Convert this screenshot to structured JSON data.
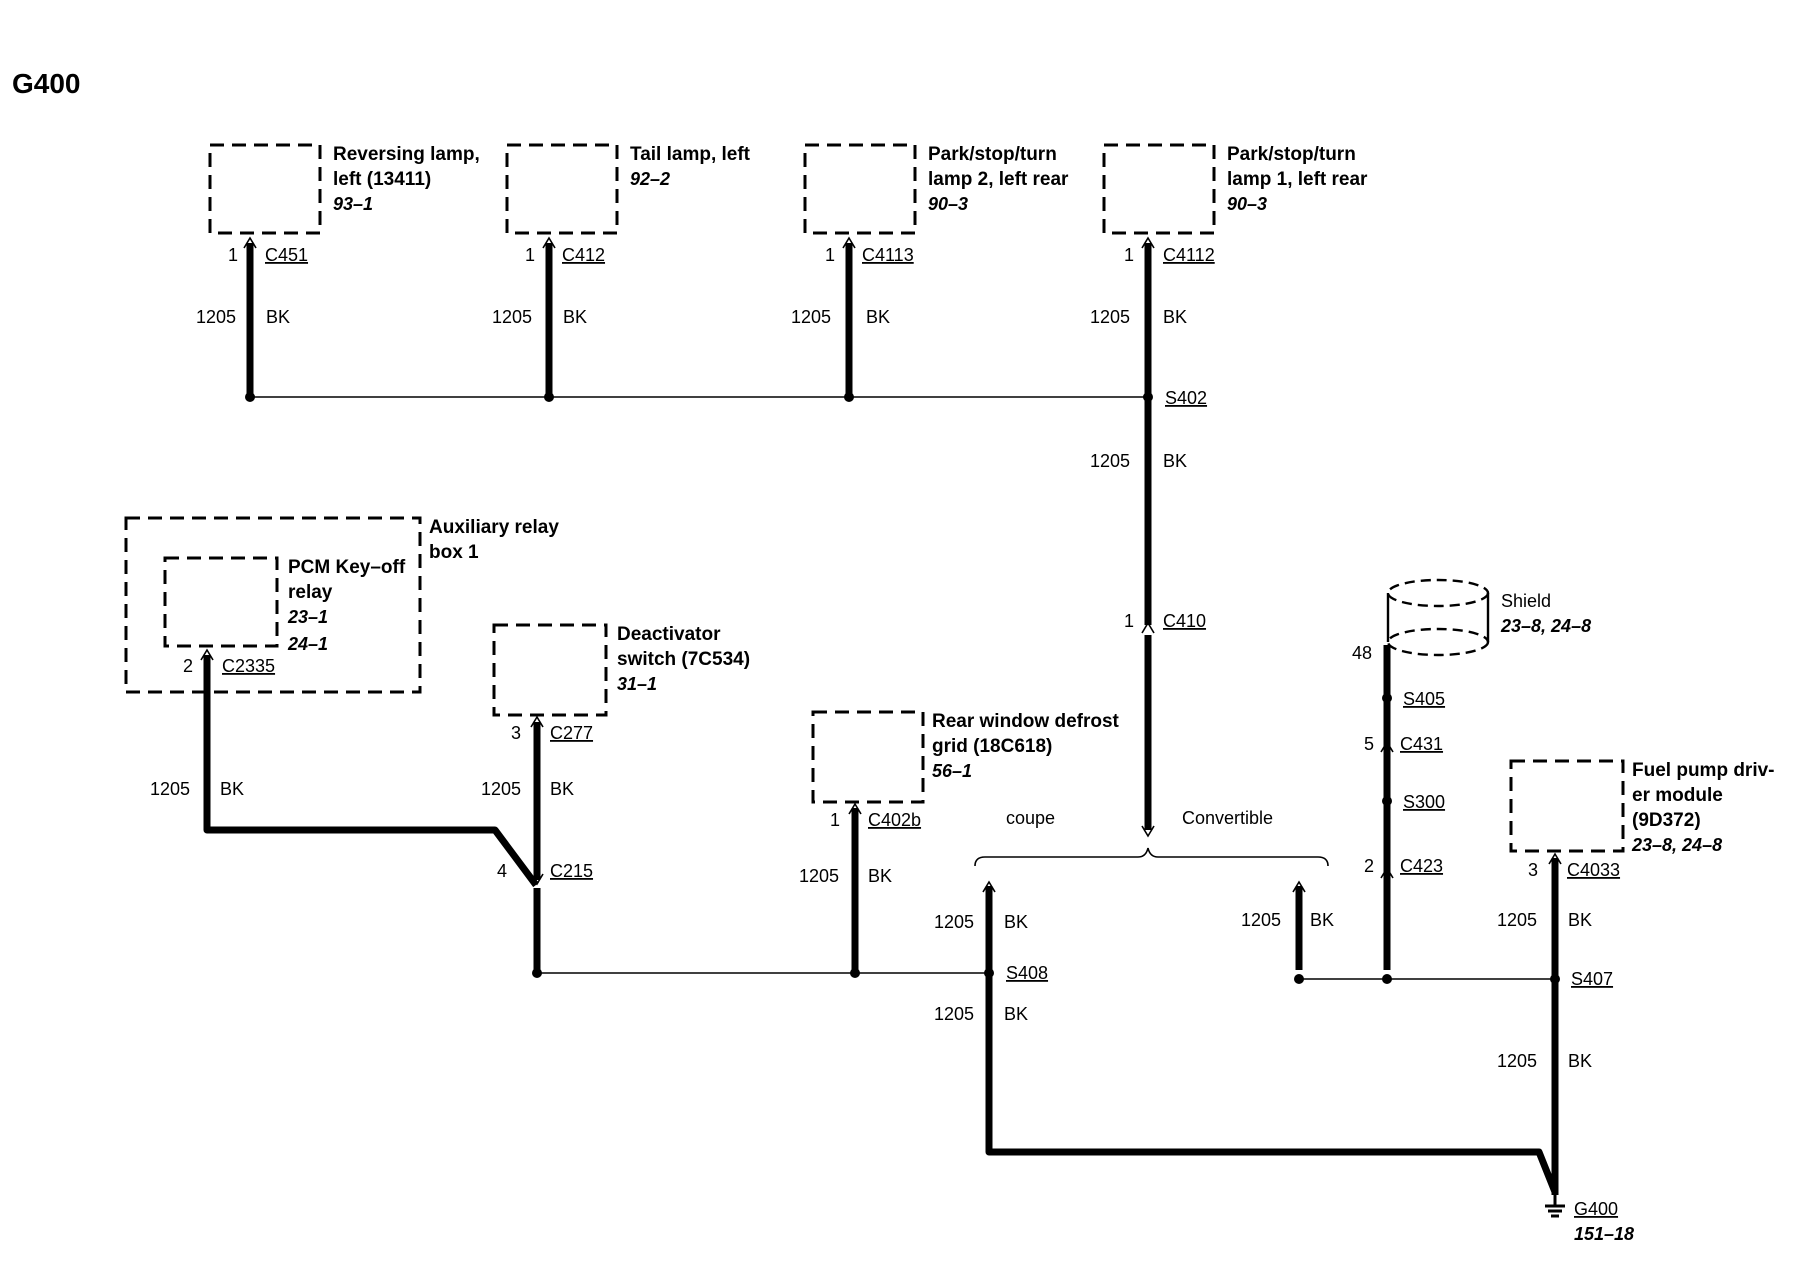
{
  "title": "G400",
  "wire": {
    "circuit": "1205",
    "color": "BK"
  },
  "components": {
    "reversing_lamp": {
      "line1": "Reversing lamp,",
      "line2": "left (13411)",
      "ref": "93–1",
      "pin": "1",
      "connector": "C451"
    },
    "tail_lamp": {
      "line1": "Tail lamp, left",
      "ref": "92–2",
      "pin": "1",
      "connector": "C412"
    },
    "park_lamp_2": {
      "line1": "Park/stop/turn",
      "line2": "lamp 2, left rear",
      "ref": "90–3",
      "pin": "1",
      "connector": "C4113"
    },
    "park_lamp_1": {
      "line1": "Park/stop/turn",
      "line2": "lamp 1, left rear",
      "ref": "90–3",
      "pin": "1",
      "connector": "C4112"
    },
    "aux_relay_box": {
      "line1": "Auxiliary relay",
      "line2": "box 1"
    },
    "pcm_relay": {
      "line1": "PCM Key–off",
      "line2": "relay",
      "ref1": "23–1",
      "ref2": "24–1",
      "pin": "2",
      "connector": "C2335"
    },
    "deactivator": {
      "line1": "Deactivator",
      "line2": "switch (7C534)",
      "ref": "31–1",
      "pin": "3",
      "connector": "C277"
    },
    "rear_defrost": {
      "line1": "Rear window defrost",
      "line2": "grid (18C618)",
      "ref": "56–1",
      "pin": "1",
      "connector": "C402b"
    },
    "fuel_pump": {
      "line1": "Fuel pump driv-",
      "line2": "er module",
      "line3": "(9D372)",
      "ref": "23–8, 24–8",
      "pin": "3",
      "connector": "C4033"
    },
    "shield": {
      "label": "Shield",
      "ref": "23–8, 24–8",
      "pin": "48"
    }
  },
  "splices": {
    "s402": "S402",
    "s405": "S405",
    "s300": "S300",
    "s408": "S408",
    "s407": "S407"
  },
  "connectors": {
    "c410": {
      "pin": "1",
      "name": "C410"
    },
    "c431": {
      "pin": "5",
      "name": "C431"
    },
    "c423": {
      "pin": "2",
      "name": "C423"
    },
    "c215": {
      "pin": "4",
      "name": "C215"
    }
  },
  "variants": {
    "coupe": "coupe",
    "convertible": "Convertible"
  },
  "ground": {
    "name": "G400",
    "ref": "151–18"
  }
}
